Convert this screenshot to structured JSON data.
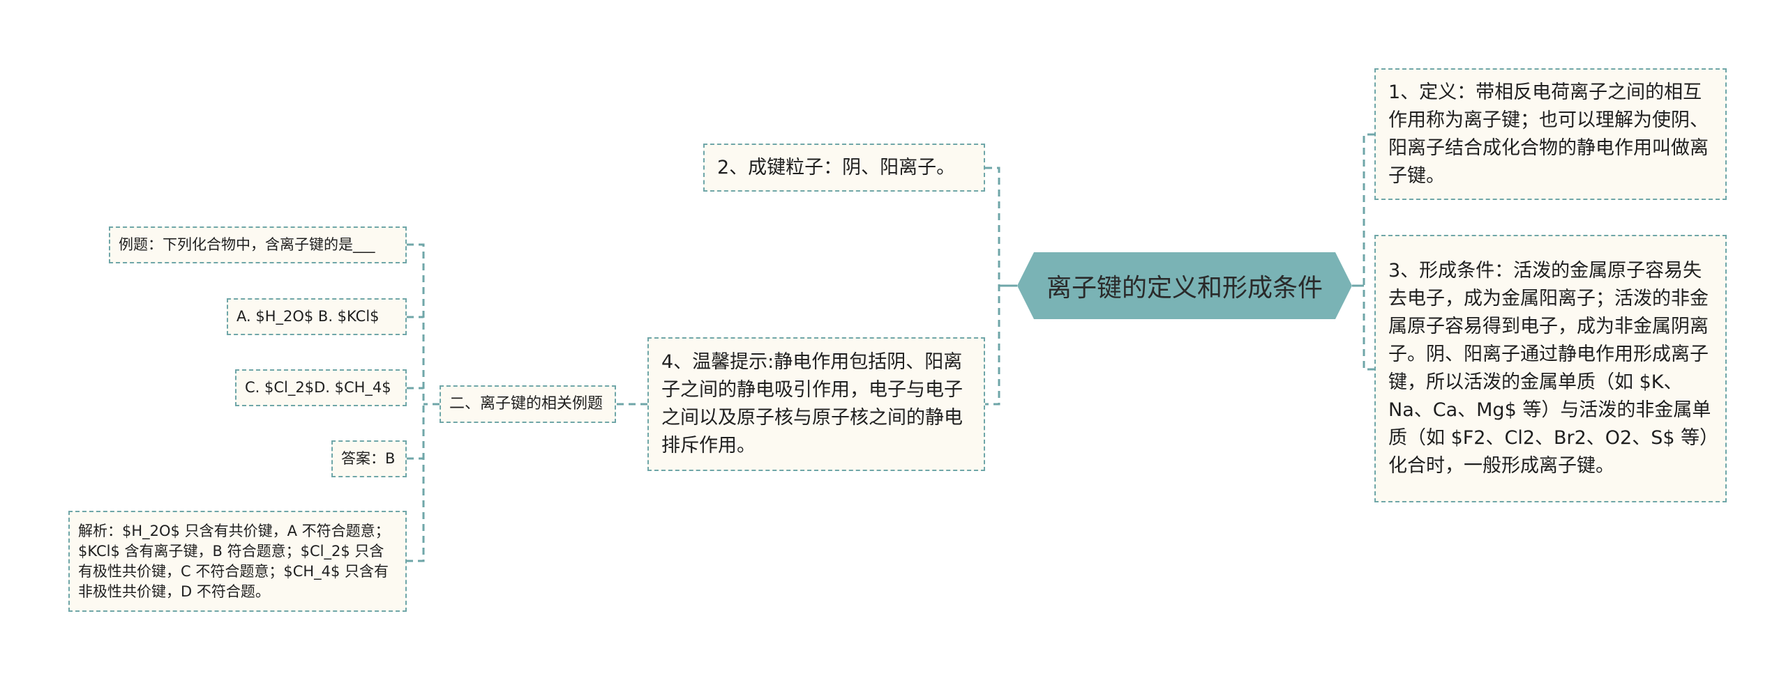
{
  "root": {
    "label": "离子键的定义和形成条件"
  },
  "right_branches": [
    {
      "label": "1、定义：带相反电荷离子之间的相互作用称为离子键；也可以理解为使阴、阳离子结合成化合物的静电作用叫做离子键。"
    },
    {
      "label": "3、形成条件：活泼的金属原子容易失去电子，成为金属阳离子；活泼的非金属原子容易得到电子，成为非金属阴离子。阴、阳离子通过静电作用形成离子键，所以活泼的金属单质（如 $K、Na、Ca、Mg$ 等）与活泼的非金属单质（如 $F2、Cl2、Br2、O2、S$ 等）化合时，一般形成离子键。"
    }
  ],
  "left_branches": [
    {
      "label": "2、成键粒子：阴、阳离子。"
    },
    {
      "label": "4、温馨提示:静电作用包括阴、阳离子之间的静电吸引作用，电子与电子之间以及原子核与原子核之间的静电排斥作用。"
    }
  ],
  "examples": {
    "label": "二、离子键的相关例题",
    "children": [
      {
        "label": "例题：下列化合物中，含离子键的是___"
      },
      {
        "label": "A. $H_2O$   B. $KCl$"
      },
      {
        "label": "C. $Cl_2$D. $CH_4$"
      },
      {
        "label": "答案：B"
      },
      {
        "label": "解析：$H_2O$ 只含有共价键，A 不符合题意；$KCl$ 含有离子键，B 符合题意；$Cl_2$ 只含有极性共价键，C 不符合题意；$CH_4$ 只含有非极性共价键，D 不符合题。"
      }
    ]
  },
  "colors": {
    "root_fill": "#7ab3b5",
    "node_fill": "#fdfaf2",
    "border": "#6fa6a8"
  }
}
